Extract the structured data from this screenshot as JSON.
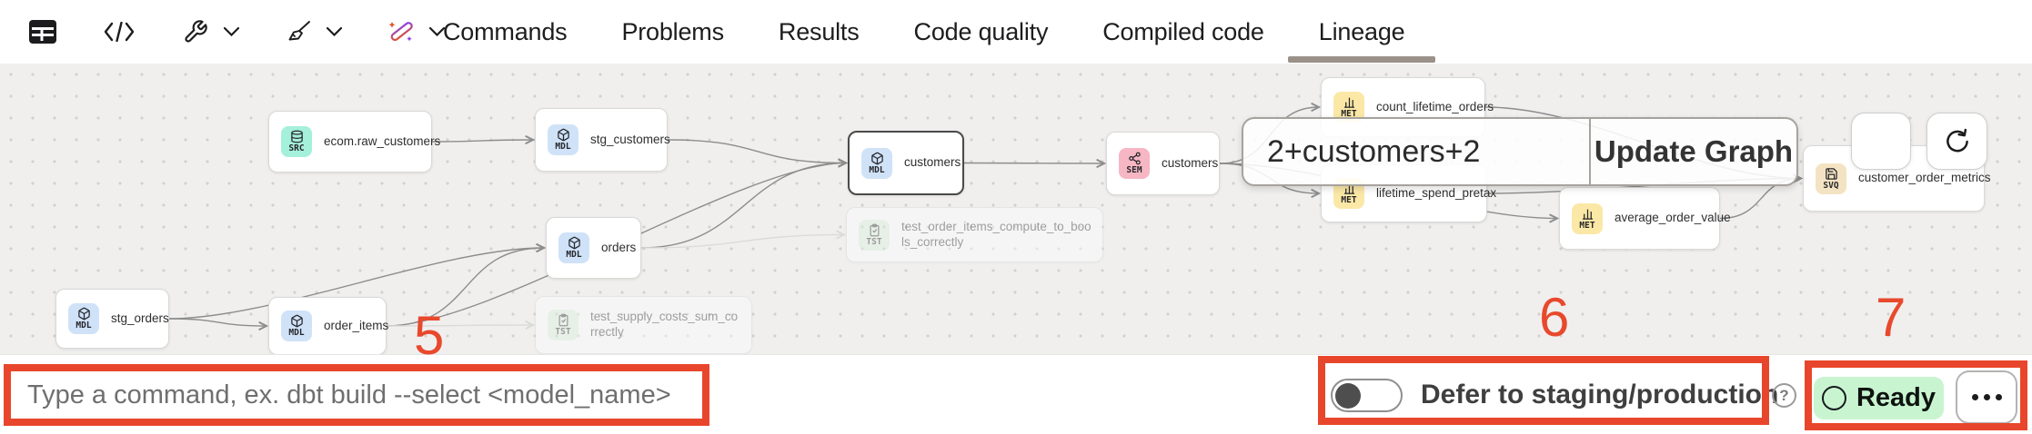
{
  "toolbar": {
    "icons": [
      {
        "name": "table-icon",
        "dropdown": false
      },
      {
        "name": "code-icon",
        "dropdown": false
      },
      {
        "name": "wrench-icon",
        "dropdown": true
      },
      {
        "name": "broom-icon",
        "dropdown": true
      },
      {
        "name": "magic-wand-icon",
        "dropdown": true
      }
    ]
  },
  "tabs": [
    {
      "label": "Commands",
      "active": false
    },
    {
      "label": "Problems",
      "active": false
    },
    {
      "label": "Results",
      "active": false
    },
    {
      "label": "Code quality",
      "active": false
    },
    {
      "label": "Compiled code",
      "active": false
    },
    {
      "label": "Lineage",
      "active": true
    }
  ],
  "lineage": {
    "badge_colors": {
      "SRC": "#a5f0db",
      "MDL": "#cfe2f8",
      "SEM": "#f6b6c3",
      "MET": "#fbe8a6",
      "TST": "#dcf3df",
      "SVQ": "#f4e3c2"
    },
    "nodes": [
      {
        "id": "raw_customers",
        "type": "SRC",
        "label": "ecom.raw_customers"
      },
      {
        "id": "stg_customers",
        "type": "MDL",
        "label": "stg_customers"
      },
      {
        "id": "customers_model",
        "type": "MDL",
        "label": "customers",
        "selected": true
      },
      {
        "id": "orders",
        "type": "MDL",
        "label": "orders"
      },
      {
        "id": "stg_orders",
        "type": "MDL",
        "label": "stg_orders"
      },
      {
        "id": "order_items",
        "type": "MDL",
        "label": "order_items"
      },
      {
        "id": "test_order_items",
        "type": "TST",
        "label": "test_order_items_compute_to_bools_correctly",
        "faded": true
      },
      {
        "id": "test_supply",
        "type": "TST",
        "label": "test_supply_costs_sum_correctly",
        "faded": true
      },
      {
        "id": "customers_sem",
        "type": "SEM",
        "label": "customers"
      },
      {
        "id": "count_lifetime_orders",
        "type": "MET",
        "label": "count_lifetime_orders"
      },
      {
        "id": "lifetime_spend_pretax",
        "type": "MET",
        "label": "lifetime_spend_pretax"
      },
      {
        "id": "average_order_value",
        "type": "MET",
        "label": "average_order_value"
      },
      {
        "id": "customer_order_metrics",
        "type": "SVQ",
        "label": "customer_order_metrics"
      }
    ],
    "edges": [
      {
        "from": "raw_customers",
        "to": "stg_customers"
      },
      {
        "from": "stg_customers",
        "to": "customers_model"
      },
      {
        "from": "orders",
        "to": "customers_model"
      },
      {
        "from": "order_items",
        "to": "customers_model"
      },
      {
        "from": "stg_orders",
        "to": "order_items"
      },
      {
        "from": "stg_orders",
        "to": "orders"
      },
      {
        "from": "order_items",
        "to": "orders"
      },
      {
        "from": "order_items",
        "to": "test_supply",
        "faded": true
      },
      {
        "from": "orders",
        "to": "test_order_items",
        "faded": true
      },
      {
        "from": "customers_model",
        "to": "customers_sem"
      },
      {
        "from": "customers_sem",
        "to": "count_lifetime_orders"
      },
      {
        "from": "customers_sem",
        "to": "lifetime_spend_pretax"
      },
      {
        "from": "customers_sem",
        "to": "average_order_value"
      },
      {
        "from": "count_lifetime_orders",
        "to": "customer_order_metrics"
      },
      {
        "from": "lifetime_spend_pretax",
        "to": "customer_order_metrics"
      },
      {
        "from": "average_order_value",
        "to": "customer_order_metrics"
      }
    ],
    "popup": {
      "text": "2+customers+2",
      "button_label": "Update Graph"
    },
    "controls": [
      {
        "name": "fullscreen-button"
      },
      {
        "name": "refresh-button"
      }
    ]
  },
  "command_bar": {
    "placeholder": "Type a command, ex. dbt build --select <model_name>"
  },
  "defer": {
    "label": "Defer to staging/production",
    "toggle_on": false,
    "help_icon": "question-mark-icon"
  },
  "status": {
    "label": "Ready",
    "color": "#c8f5d0"
  },
  "annotations": {
    "numbers": [
      "5",
      "6",
      "7"
    ],
    "color": "#e8462c"
  }
}
